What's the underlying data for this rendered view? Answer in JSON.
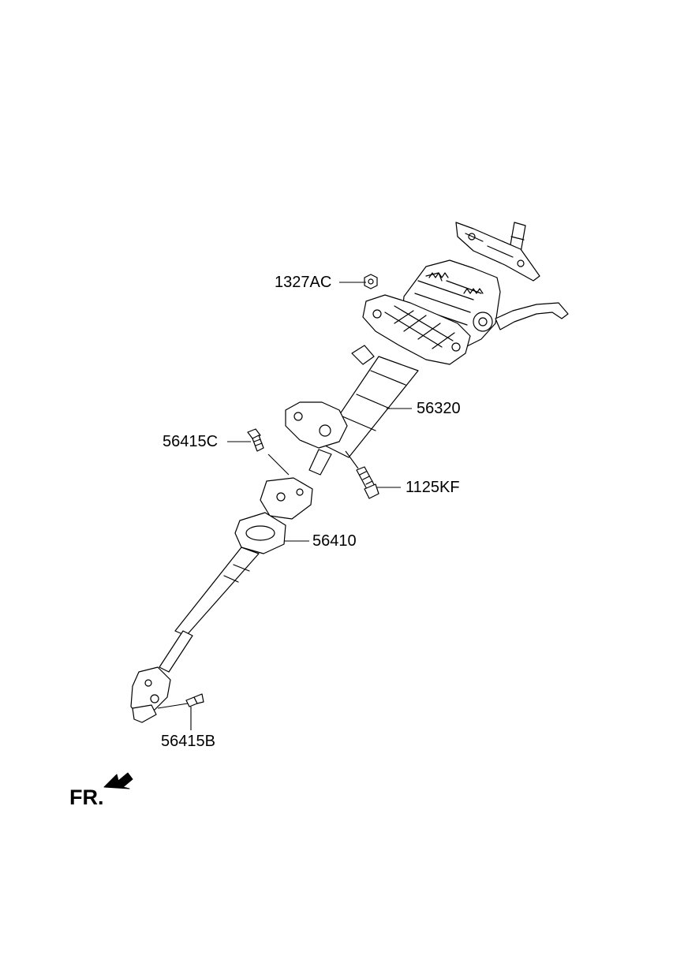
{
  "callouts": {
    "p1327ac": "1327AC",
    "p56320": "56320",
    "p56415c": "56415C",
    "p1125kf": "1125KF",
    "p56410": "56410",
    "p56415b": "56415B"
  },
  "direction": {
    "label": "FR.",
    "icon": "front-direction-arrow-icon"
  }
}
